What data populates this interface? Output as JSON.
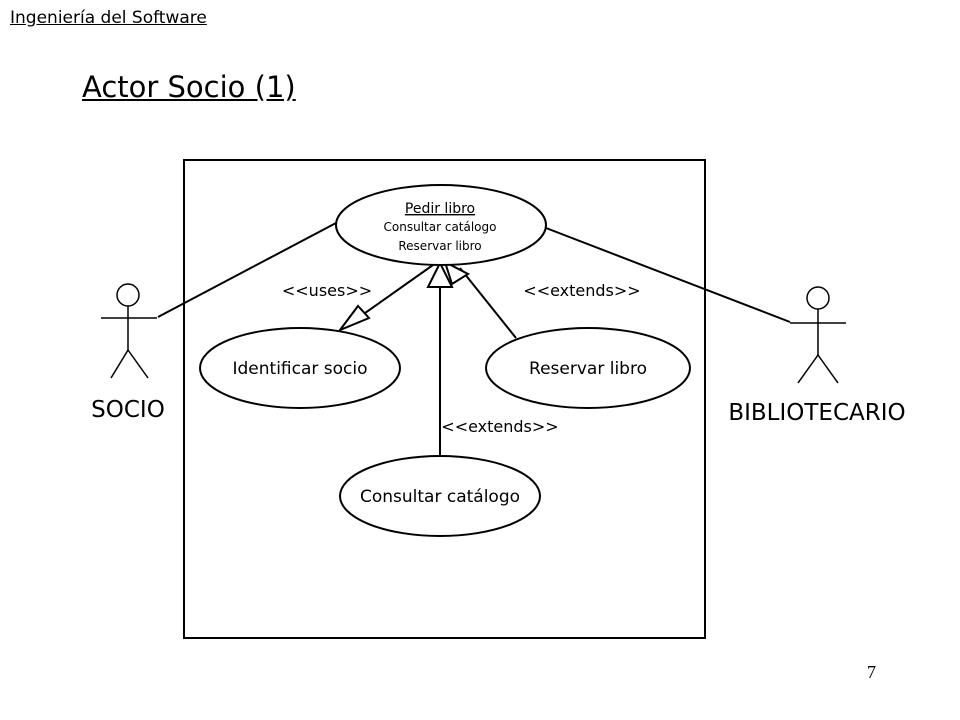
{
  "header": {
    "course_title": "Ingeniería del Software"
  },
  "slide": {
    "title": "Actor Socio (1)",
    "page_number": "7"
  },
  "diagram": {
    "use_cases": {
      "pedir_libro": {
        "title": "Pedir libro",
        "extension_points": [
          "Consultar catálogo",
          "Reservar libro"
        ]
      },
      "identificar_socio": "Identificar socio",
      "reservar_libro": "Reservar libro",
      "consultar_catalogo": "Consultar catálogo"
    },
    "actors": {
      "socio": "SOCIO",
      "bibliotecario": "BIBLIOTECARIO"
    },
    "stereotypes": {
      "uses": "<<uses>>",
      "extends_reservar": "<<extends>>",
      "extends_consultar": "<<extends>>"
    }
  }
}
